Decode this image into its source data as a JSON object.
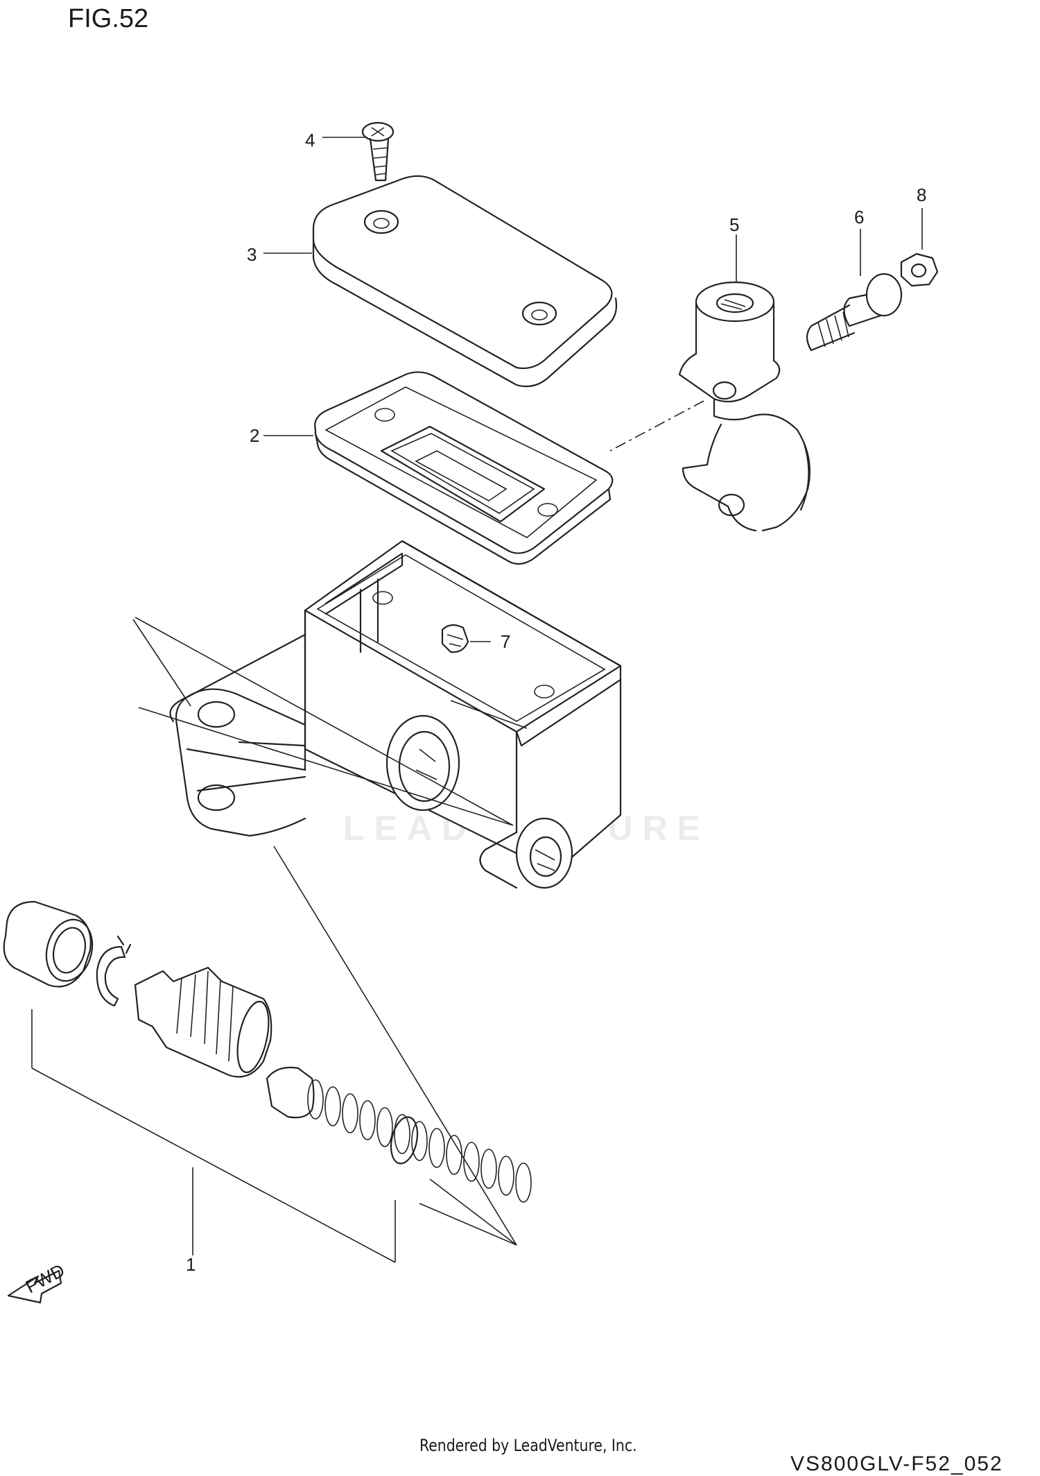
{
  "figure_title": "FIG.52",
  "callouts": [
    {
      "id": "1",
      "label": "1"
    },
    {
      "id": "2",
      "label": "2"
    },
    {
      "id": "3",
      "label": "3"
    },
    {
      "id": "4",
      "label": "4"
    },
    {
      "id": "5",
      "label": "5"
    },
    {
      "id": "6",
      "label": "6"
    },
    {
      "id": "7",
      "label": "7"
    },
    {
      "id": "8",
      "label": "8"
    }
  ],
  "fwd_label": "FWD",
  "watermark": "LEADVENTURE",
  "footer": "Rendered by LeadVenture, Inc.",
  "drawing_code": "VS800GLV-F52_052"
}
